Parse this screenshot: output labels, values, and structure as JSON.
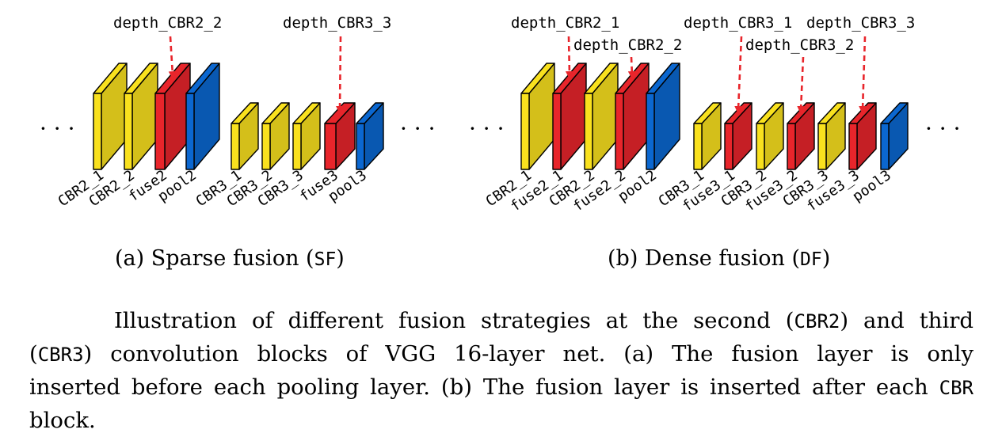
{
  "diagrams": [
    {
      "id": "sf",
      "subcaption_prefix": "(a) Sparse fusion (",
      "subcaption_code": "SF",
      "subcaption_suffix": ")",
      "leading_ellipsis": "· · ·",
      "trailing_ellipsis": "· · ·",
      "blocks": [
        {
          "label": "CBR2_1",
          "type": "conv"
        },
        {
          "label": "CBR2_2",
          "type": "conv"
        },
        {
          "label": "fuse2",
          "type": "fuse"
        },
        {
          "label": "pool2",
          "type": "pool"
        },
        {
          "label": "CBR3_1",
          "type": "conv"
        },
        {
          "label": "CBR3_2",
          "type": "conv"
        },
        {
          "label": "CBR3_3",
          "type": "conv"
        },
        {
          "label": "fuse3",
          "type": "fuse"
        },
        {
          "label": "pool3",
          "type": "pool"
        }
      ],
      "depth_inputs": [
        {
          "label": "depth_CBR2_2",
          "target": "fuse2"
        },
        {
          "label": "depth_CBR3_3",
          "target": "fuse3"
        }
      ]
    },
    {
      "id": "df",
      "subcaption_prefix": "(b) Dense fusion (",
      "subcaption_code": "DF",
      "subcaption_suffix": ")",
      "leading_ellipsis": "· · ·",
      "trailing_ellipsis": "· · ·",
      "blocks": [
        {
          "label": "CBR2_1",
          "type": "conv"
        },
        {
          "label": "fuse2_1",
          "type": "fuse"
        },
        {
          "label": "CBR2_2",
          "type": "conv"
        },
        {
          "label": "fuse2_2",
          "type": "fuse"
        },
        {
          "label": "pool2",
          "type": "pool"
        },
        {
          "label": "CBR3_1",
          "type": "conv"
        },
        {
          "label": "fuse3_1",
          "type": "fuse"
        },
        {
          "label": "CBR3_2",
          "type": "conv"
        },
        {
          "label": "fuse3_2",
          "type": "fuse"
        },
        {
          "label": "CBR3_3",
          "type": "conv"
        },
        {
          "label": "fuse3_3",
          "type": "fuse"
        },
        {
          "label": "pool3",
          "type": "pool"
        }
      ],
      "depth_inputs": [
        {
          "label": "depth_CBR2_1",
          "target": "fuse2_1"
        },
        {
          "label": "depth_CBR2_2",
          "target": "fuse2_2"
        },
        {
          "label": "depth_CBR3_1",
          "target": "fuse3_1"
        },
        {
          "label": "depth_CBR3_2",
          "target": "fuse3_2"
        },
        {
          "label": "depth_CBR3_3",
          "target": "fuse3_3"
        }
      ]
    }
  ],
  "colors": {
    "conv": "#f9e11e",
    "fuse": "#e8252b",
    "pool": "#0b67d0",
    "arrow": "#e8252b"
  },
  "caption": {
    "t1": "Illustration of different fusion strategies at the second (",
    "c1": "CBR2",
    "t2": ") and third",
    "t3": "(",
    "c2": "CBR3",
    "t4": ") convolution blocks of VGG 16-layer net. (a) The fusion layer is only",
    "t5": "inserted before each pooling layer. (b) The fusion layer is inserted after each ",
    "c3": "CBR",
    "t6": "block."
  }
}
